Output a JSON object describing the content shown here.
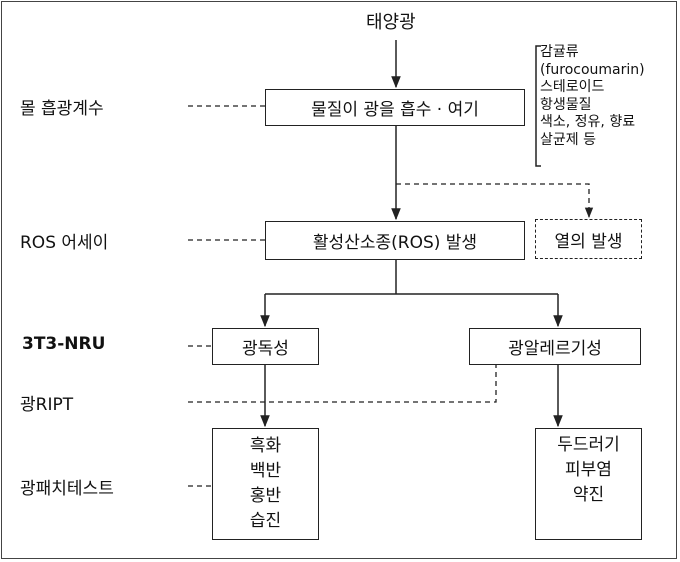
{
  "source_label": "태양광",
  "boxes": {
    "absorb": "물질이 광을 흡수 · 여기",
    "ros": "활성산소종(ROS) 발생",
    "heat": "열의 발생",
    "phototox": "광독성",
    "photoallergy": "광알레르기성",
    "tox_effects": [
      "흑화",
      "백반",
      "홍반",
      "습진"
    ],
    "allergy_effects": [
      "두드러기",
      "피부염",
      "약진"
    ]
  },
  "absorbers": [
    "감귤류",
    "(furocoumarin)",
    "스테로이드",
    "항생물질",
    "색소, 정유, 향료",
    "살균제 등"
  ],
  "tests": {
    "molar_absorption": "몰 흡광계수",
    "ros_assay": "ROS 어세이",
    "nru": "3T3-NRU",
    "ript": "광RIPT",
    "patch": "광패치테스트"
  }
}
